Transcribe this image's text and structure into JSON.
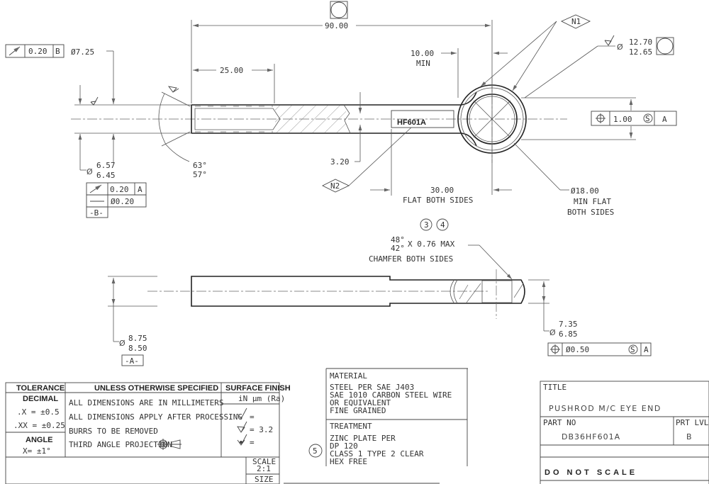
{
  "drawing": {
    "overall_length": "90.00",
    "thread_length": "25.00",
    "min_distance": "10.00",
    "min_label": "MIN",
    "flat_thickness": "3.20",
    "flat_length": "30.00",
    "flat_label": "FLAT BOTH SIDES",
    "part_marking": "HF601A",
    "note_n1": "N1",
    "note_n2": "N2",
    "bore_upper": "12.70",
    "bore_lower": "12.65",
    "eye_position_tol": "1.00",
    "eye_position_datum": "A",
    "eye_flat_dia": "Ø18.00",
    "eye_flat_l1": "MIN FLAT",
    "eye_flat_l2": "BOTH SIDES",
    "runout_top_value": "0.20",
    "runout_top_datum": "B",
    "shank_dia": "Ø7.25",
    "thread_dia_upper": "6.57",
    "thread_dia_lower": "6.45",
    "runout_value": "0.20",
    "runout_datum": "A",
    "straightness_value": "Ø0.20",
    "datum_b": "-B-",
    "angle_upper": "63°",
    "angle_lower": "57°",
    "note_3": "3",
    "note_4": "4",
    "chamfer_angle_upper": "48°",
    "chamfer_angle_lower": "42°",
    "chamfer_size": "X 0.76 MAX",
    "chamfer_label": "CHAMFER BOTH SIDES",
    "rod_dia_upper": "8.75",
    "rod_dia_lower": "8.50",
    "datum_a": "-A-",
    "eye_dia_upper": "7.35",
    "eye_dia_lower": "6.85",
    "eye_width_tol": "Ø0.50",
    "eye_width_datum": "A"
  },
  "tolerance_block": {
    "tolerance_header": "TOLERANCE",
    "general_header": "UNLESS OTHERWISE SPECIFIED",
    "finish_header": "SURFACE FINISH",
    "decimal_label": "DECIMAL",
    "x_tol": ".X = ±0.5",
    "xx_tol": ".XX = ±0.25",
    "angle_label": "ANGLE",
    "angle_tol": "X= ±1°",
    "notes": [
      "ALL DIMENSIONS ARE IN MILLIMETERS",
      "ALL DIMENSIONS APPLY AFTER PROCESSING",
      "BURRS TO BE REMOVED",
      "THIRD ANGLE PROJECTION"
    ],
    "finish_unit": "iN µm (Ra)",
    "finish_values": [
      "=",
      "= 3.2",
      "="
    ],
    "scale_label": "SCALE",
    "scale_value": "2:1",
    "size_label": "SIZE"
  },
  "material_block": {
    "material_label": "MATERIAL",
    "material_lines": [
      "STEEL PER SAE J403",
      "SAE 1010 CARBON STEEL WIRE",
      "OR EQUIVALENT",
      "FINE GRAINED"
    ],
    "treatment_label": "TREATMENT",
    "treatment_lines": [
      "ZINC PLATE PER",
      "DP 120",
      "CLASS 1 TYPE 2  CLEAR",
      "HEX FREE"
    ],
    "note_5": "5"
  },
  "title_block": {
    "title_label": "TITLE",
    "title": "PUSHROD M/C EYE END",
    "part_no_label": "PART NO",
    "part_no": "DB36HF601A",
    "part_level_label": "PRT LVL",
    "part_level": "B",
    "warning": "DO NOT SCALE"
  }
}
